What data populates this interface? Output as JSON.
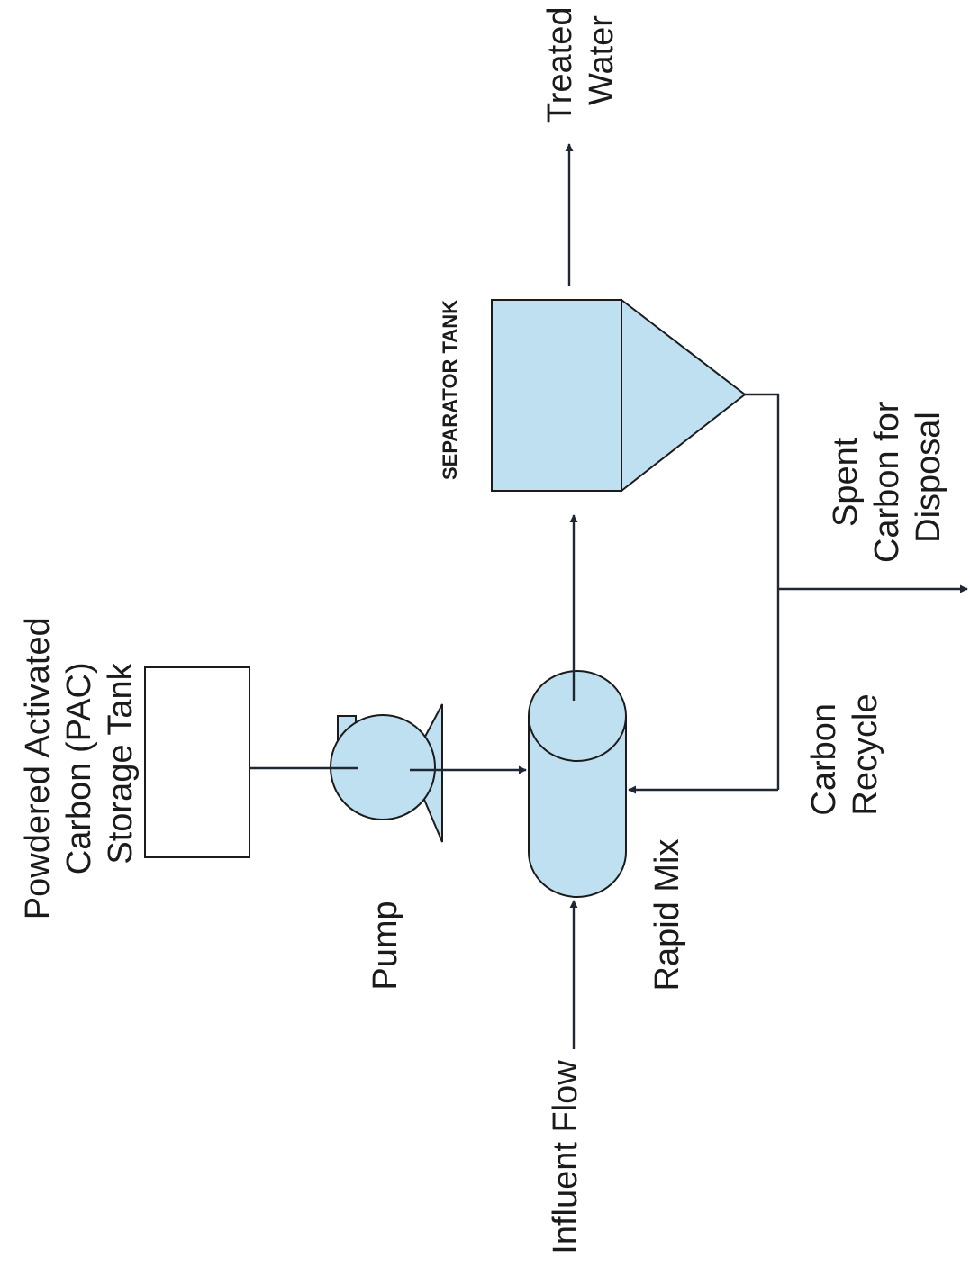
{
  "colors": {
    "vessel_fill": "#bfe0f0",
    "line": "#1e2733"
  },
  "labels": {
    "pac_tank": [
      "Powdered Activated",
      "Carbon (PAC)",
      "Storage Tank"
    ],
    "pump": "Pump",
    "rapid_mix": "Rapid Mix",
    "influent": "Influent Flow",
    "separator": "SEPARATOR TANK",
    "treated": [
      "Treated",
      "Water"
    ],
    "spent": [
      "Spent",
      "Carbon for",
      "Disposal"
    ],
    "recycle": [
      "Carbon",
      "Recycle"
    ]
  },
  "icons": {
    "pump": "centrifugal-pump-icon",
    "rapid_mix": "cylinder-tank-icon",
    "separator": "hopper-tank-icon"
  }
}
